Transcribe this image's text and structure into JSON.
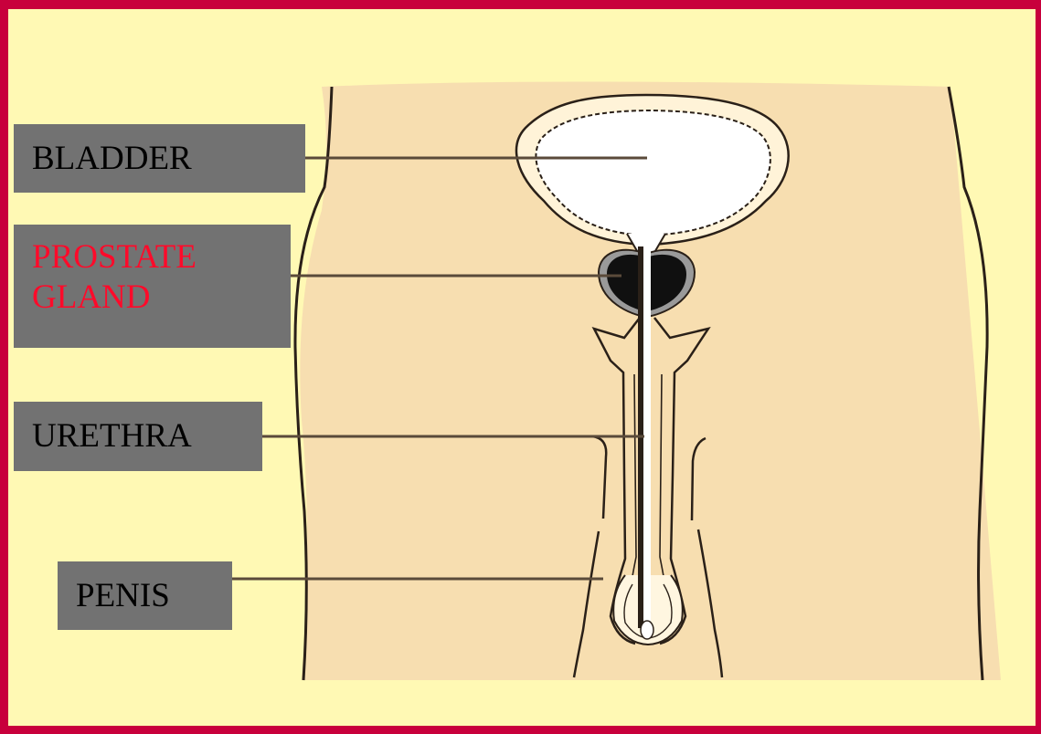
{
  "labels": {
    "bladder": {
      "text": "BLADDER",
      "color": "#000000"
    },
    "prostate": {
      "line1": "PROSTATE",
      "line2": "GLAND",
      "color": "#ff0a2a"
    },
    "urethra": {
      "text": "URETHRA",
      "color": "#000000"
    },
    "penis": {
      "text": "PENIS",
      "color": "#000000"
    }
  },
  "colors": {
    "frame": "#c8003c",
    "background": "#fff9b4",
    "body": "#f7deb0",
    "label_box": "#727272",
    "bladder_fill": "#ffffff",
    "prostate_fill": "#101010",
    "prostate_ring": "#9a9a9a",
    "outline": "#2a2018"
  }
}
